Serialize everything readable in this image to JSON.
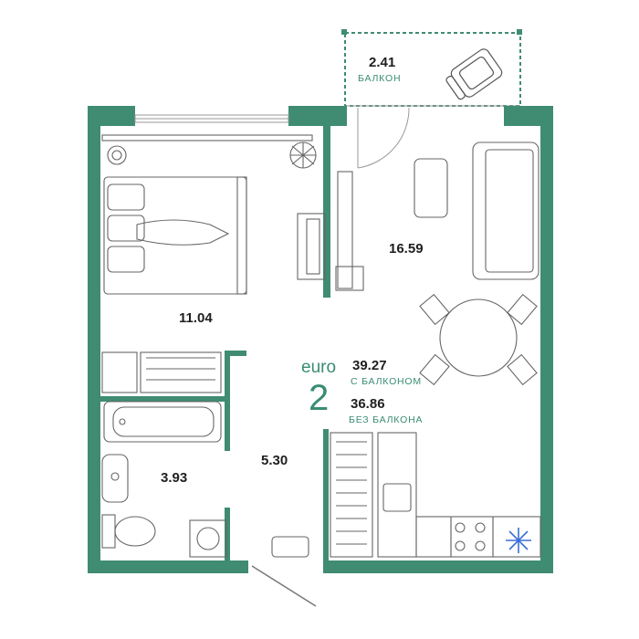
{
  "plan": {
    "type_prefix": "euro",
    "rooms_count": "2",
    "total_with_balcony": "39.27",
    "total_with_balcony_label": "С БАЛКОНОМ",
    "total_without_balcony": "36.86",
    "total_without_balcony_label": "БЕЗ БАЛКОНА",
    "balcony_area": "2.41",
    "balcony_label": "БАЛКОН",
    "living_kitchen_area": "16.59",
    "bedroom_area": "11.04",
    "hallway_area": "5.30",
    "bathroom_area": "3.93"
  },
  "colors": {
    "wall": "#3f8c72",
    "accent": "#3a8c74",
    "line": "#9a9a9a",
    "snowflake": "#3a6fd8"
  },
  "icons": [
    "snowflake-icon",
    "plant-icon",
    "armchair-icon"
  ]
}
